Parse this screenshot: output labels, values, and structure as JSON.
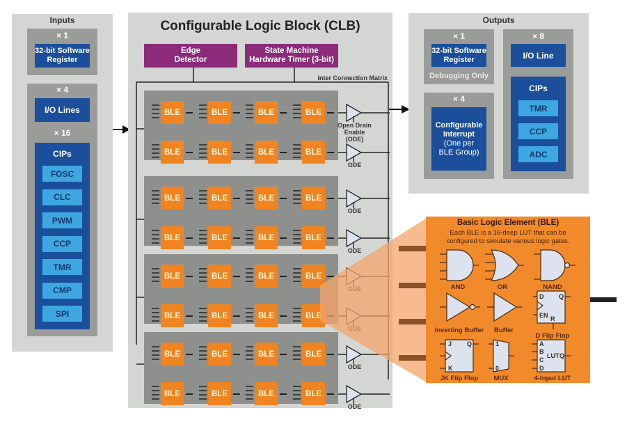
{
  "inputs": {
    "title": "Inputs",
    "software_register": {
      "multiplier": "× 1",
      "label_line1": "32-bit Software",
      "label_line2": "Register"
    },
    "io_lines": {
      "multiplier": "× 4",
      "label": "I/O Lines"
    },
    "cips": {
      "multiplier": "× 16",
      "title": "CIPs",
      "items": [
        "FOSC",
        "CLC",
        "PWM",
        "CCP",
        "TMR",
        "CMP",
        "SPI"
      ]
    }
  },
  "clb": {
    "title": "Configurable Logic Block (CLB)",
    "edge_detector": {
      "line1": "Edge",
      "line2": "Detector"
    },
    "state_machine": {
      "line1": "State Machine",
      "line2": "Hardware Timer (3-bit)"
    },
    "interconnect_label": "Inter Connection Matrix",
    "ble_label": "BLE",
    "groups": 4,
    "rows_per_group": 2,
    "bles_per_row": 4,
    "ode_first_line1": "Open Drain",
    "ode_first_line2": "Enable (ODE)",
    "ode_label": "ODE"
  },
  "outputs": {
    "title": "Outputs",
    "software_register": {
      "multiplier": "× 1",
      "label_line1": "32-bit Software",
      "label_line2": "Register",
      "note": "Debugging Only"
    },
    "interrupt": {
      "multiplier": "× 4",
      "line1": "Configurable",
      "line2": "Interrupt",
      "line3": "(One per",
      "line4": "BLE Group)"
    },
    "io_line": {
      "multiplier": "× 8",
      "label": "I/O Line"
    },
    "cips": {
      "title": "CIPs",
      "items": [
        "TMR",
        "CCP",
        "ADC"
      ]
    }
  },
  "ble_detail": {
    "title": "Basic Logic Element (BLE)",
    "desc_line1": "Each BLE is a 16-deep LUT that can be",
    "desc_line2": "configured to simulate various logic gates.",
    "gates": [
      {
        "label": "AND",
        "icon": "and-gate-icon"
      },
      {
        "label": "OR",
        "icon": "or-gate-icon"
      },
      {
        "label": "NAND",
        "icon": "nand-gate-icon"
      },
      {
        "label": "Inverting Buffer",
        "icon": "inverting-buffer-icon"
      },
      {
        "label": "Buffer",
        "icon": "buffer-icon"
      },
      {
        "label": "D Flip Flop",
        "icon": "d-flip-flop-icon"
      },
      {
        "label": "JK Flip Flop",
        "icon": "jk-flip-flop-icon"
      },
      {
        "label": "MUX",
        "icon": "mux-icon"
      },
      {
        "label": "4-Input LUT",
        "icon": "lut-icon"
      }
    ],
    "pins": {
      "dff": [
        "D",
        "Q",
        "EN",
        "R"
      ],
      "jk": [
        "J",
        "Q",
        "K"
      ],
      "mux": [
        "1",
        "0"
      ],
      "lut": [
        "A",
        "B",
        "C",
        "D",
        "LUT",
        "Q"
      ]
    }
  },
  "colors": {
    "panel": "#d4d6d3",
    "group": "#9a9c99",
    "dark_blue": "#1b4f9c",
    "light_blue": "#3fa7e0",
    "purple": "#8b2b7a",
    "ble_orange": "#f18420",
    "gate_fill": "#dde3ee"
  }
}
